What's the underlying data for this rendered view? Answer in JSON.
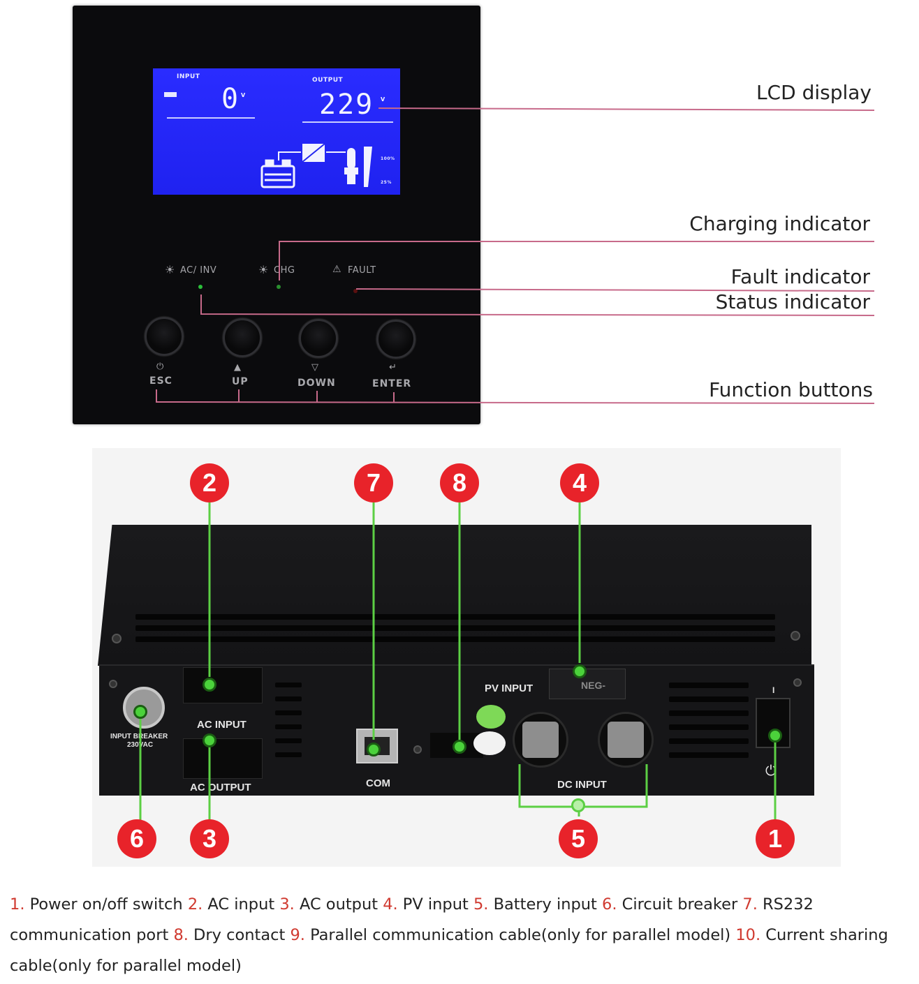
{
  "lcd": {
    "input_label": "INPUT",
    "input_value": "0",
    "input_unit": "V",
    "output_label": "OUTPUT",
    "output_value": "229",
    "output_unit": "V",
    "pct_high": "100%",
    "pct_low": "25%"
  },
  "indicators": {
    "ac_inv": "AC/ INV",
    "chg": "CHG",
    "fault": "FAULT"
  },
  "buttons": [
    {
      "label": "ESC",
      "symbol": "⏻"
    },
    {
      "label": "UP",
      "symbol": "▲"
    },
    {
      "label": "DOWN",
      "symbol": "▽"
    },
    {
      "label": "ENTER",
      "symbol": "↵"
    }
  ],
  "callouts": {
    "lcd_display": "LCD display",
    "charging_indicator": "Charging indicator",
    "fault_indicator": "Fault indicator",
    "status_indicator": "Status indicator",
    "function_buttons": "Function buttons"
  },
  "rear_labels": {
    "breaker": "INPUT BREAKER",
    "breaker_rating": "230VAC",
    "ac_input": "AC  INPUT",
    "ac_output": "AC  OUTPUT",
    "com": "COM",
    "pv_input": "PV  INPUT",
    "dc_input": "DC  INPUT",
    "neg": "NEG-",
    "switch_on": "I"
  },
  "badges": [
    "1",
    "2",
    "3",
    "4",
    "5",
    "6",
    "7",
    "8"
  ],
  "caption": [
    {
      "num": "1.",
      "text": " Power on/off switch "
    },
    {
      "num": "2.",
      "text": " AC input "
    },
    {
      "num": "3.",
      "text": " AC output "
    },
    {
      "num": "4.",
      "text": " PV input "
    },
    {
      "num": "5.",
      "text": " Battery input "
    },
    {
      "num": "6.",
      "text": " Circuit breaker "
    },
    {
      "num": "7.",
      "text": " RS232 communication port "
    },
    {
      "num": "8.",
      "text": " Dry contact "
    },
    {
      "num": "9.",
      "text": " Parallel communication cable(only for parallel model) "
    },
    {
      "num": "10.",
      "text": " Current sharing cable(only for parallel model)"
    }
  ]
}
